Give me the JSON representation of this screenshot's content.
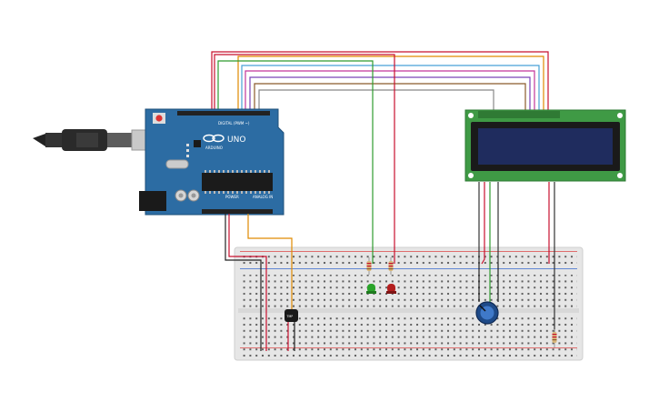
{
  "arduino": {
    "brand": "ARDUINO",
    "model": "UNO",
    "digital_label": "DIGITAL (PWM ~)",
    "power_label": "POWER",
    "analog_label": "ANALOG IN",
    "board_color": "#2c6ca3"
  },
  "lcd": {
    "pcb_color": "#3f9a45",
    "screen_color": "#1f2c5e"
  },
  "sensor": {
    "label": "TMP"
  },
  "leds": [
    {
      "color_name": "green",
      "color": "#2aa32a"
    },
    {
      "color_name": "red",
      "color": "#b31e1e"
    }
  ],
  "wire_colors": {
    "red": "#c8102e",
    "green": "#2e9b2e",
    "orange": "#e08a00",
    "lightblue": "#47a0d6",
    "magenta": "#c2359a",
    "purple": "#7a44b8",
    "brown": "#8b5a2b",
    "gray": "#888888",
    "black": "#222222"
  }
}
